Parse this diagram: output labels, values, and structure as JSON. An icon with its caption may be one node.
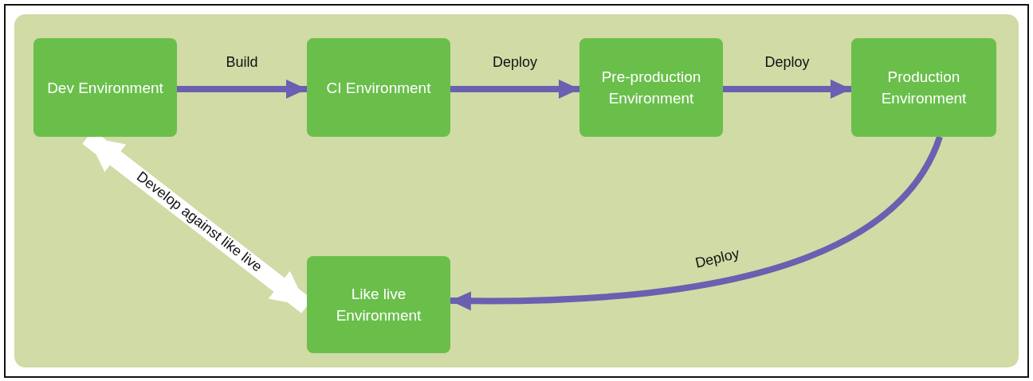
{
  "diagram": {
    "nodes": [
      {
        "text": [
          "Dev Environment"
        ]
      },
      {
        "text": [
          "CI Environment"
        ]
      },
      {
        "text": [
          "Pre-production Environment"
        ]
      },
      {
        "text": [
          "Production Environment"
        ]
      },
      {
        "text": [
          "Like live Environment"
        ]
      }
    ],
    "edges": [
      {
        "from": 0,
        "to": 1,
        "arrow": "to",
        "label": "Build"
      },
      {
        "from": 1,
        "to": 2,
        "arrow": "to",
        "label": "Deploy"
      },
      {
        "from": 2,
        "to": 3,
        "arrow": "to",
        "label": "Deploy"
      },
      {
        "from": 3,
        "to": 4,
        "arrow": "to",
        "label": "Deploy"
      },
      {
        "from": 0,
        "to": 4,
        "arrow": "both",
        "label": "Develop against like live",
        "color": "#ffffff",
        "style": "thick"
      }
    ]
  }
}
